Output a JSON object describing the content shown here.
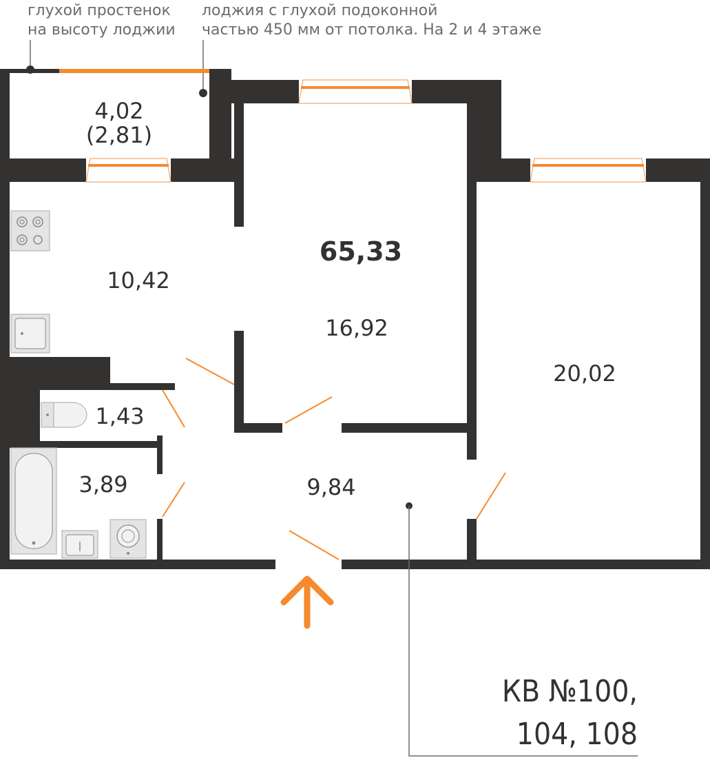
{
  "notes": {
    "left_line1": "глухой простенок",
    "left_line2": "на высоту лоджии",
    "right_line1": "лоджия с глухой подоконной",
    "right_line2": "частью 450 мм от потолка. На 2 и 4 этаже"
  },
  "rooms": {
    "loggia_area": "4,02",
    "loggia_area_reduced": "(2,81)",
    "total_area": "65,33",
    "kitchen": "10,42",
    "living": "16,92",
    "bedroom": "20,02",
    "wc": "1,43",
    "bathroom": "3,89",
    "hallway": "9,84"
  },
  "apartment": {
    "title_line1": "КВ №100,",
    "title_line2": "104, 108"
  },
  "colors": {
    "wall": "#333231",
    "accent": "#f58a2e",
    "text": "#333231",
    "note_text": "#6c6c6c"
  },
  "icons": {
    "entrance": "arrow-up-icon"
  }
}
